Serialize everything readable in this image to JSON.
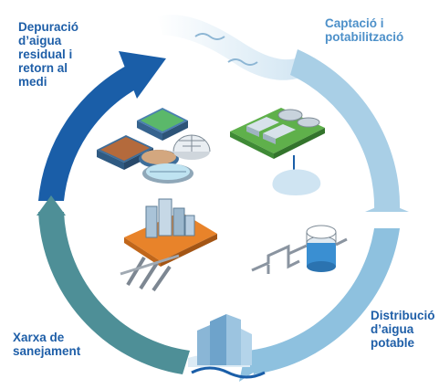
{
  "stages": {
    "depuracio": "Depuració\nd’aigua\nresidual i\nretorn al\nmedi",
    "captacio": "Captació i\npotabilització",
    "distribucio": "Distribució\nd’aigua\npotable",
    "xarxa": "Xarxa de\nsanejament"
  },
  "colors": {
    "dark_blue": "#1a5ea8",
    "teal": "#4e8f97",
    "light_blue": "#a9cfe6",
    "mid_blue": "#8ec1df",
    "text_blue": "#1f5fa8",
    "text_light_blue": "#4d90c9",
    "orange": "#e8832a",
    "green": "#5fb04b"
  },
  "icons": {
    "river": "river-icon",
    "treatment": "treatment-plant-icon",
    "potabilization": "potabilization-plant-icon",
    "distribution": "water-tank-distribution-icon",
    "sewer": "sewer-network-icon",
    "city": "city-buildings-icon"
  }
}
